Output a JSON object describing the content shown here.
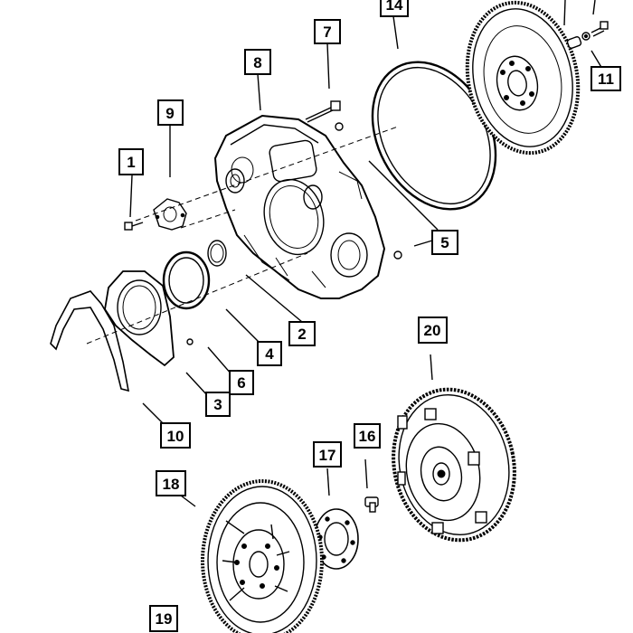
{
  "callouts": [
    {
      "id": "c1",
      "label": "1"
    },
    {
      "id": "c2",
      "label": "2"
    },
    {
      "id": "c3",
      "label": "3"
    },
    {
      "id": "c4",
      "label": "4"
    },
    {
      "id": "c5",
      "label": "5"
    },
    {
      "id": "c6",
      "label": "6"
    },
    {
      "id": "c7",
      "label": "7"
    },
    {
      "id": "c8",
      "label": "8"
    },
    {
      "id": "c9",
      "label": "9"
    },
    {
      "id": "c10",
      "label": "10"
    },
    {
      "id": "c11",
      "label": "11"
    },
    {
      "id": "c14",
      "label": "14"
    },
    {
      "id": "c16",
      "label": "16"
    },
    {
      "id": "c17",
      "label": "17"
    },
    {
      "id": "c18",
      "label": "18"
    },
    {
      "id": "c19",
      "label": "19"
    },
    {
      "id": "c20",
      "label": "20"
    }
  ]
}
